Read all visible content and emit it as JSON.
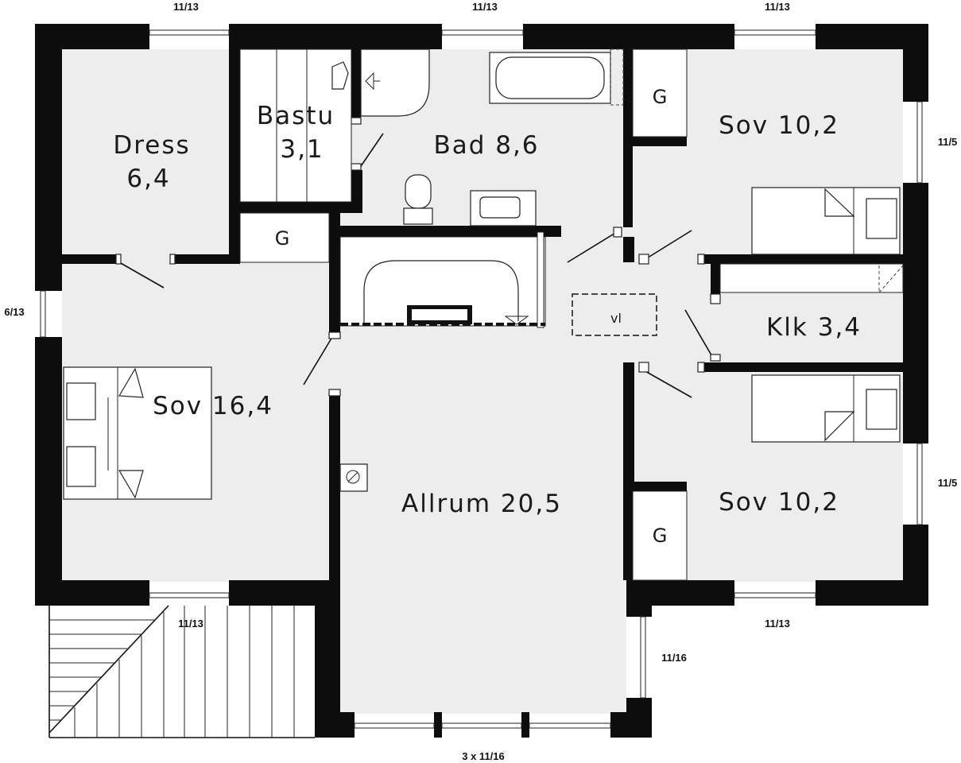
{
  "rooms": {
    "dress": {
      "name": "Dress",
      "area": "6,4"
    },
    "bastu": {
      "name": "Bastu",
      "area": "3,1"
    },
    "bad": {
      "label": "Bad 8,6"
    },
    "sov_top_right": {
      "label": "Sov 10,2"
    },
    "sov_main": {
      "label": "Sov 16,4"
    },
    "klk": {
      "label": "Klk 3,4"
    },
    "sov_bottom_right": {
      "label": "Sov 10,2"
    },
    "allrum": {
      "label": "Allrum 20,5"
    }
  },
  "closets": {
    "g_mid": "G",
    "g_top_right": "G",
    "g_bottom_right": "G"
  },
  "fixtures": {
    "vent": "vl"
  },
  "windows": {
    "top_left": "11/13",
    "top_mid": "11/13",
    "top_right": "11/13",
    "right_upper": "11/5",
    "right_lower": "11/5",
    "left": "6/13",
    "bottom_left": "11/13",
    "bottom_right": "11/13",
    "bay_side": "11/16",
    "bottom_center": "3 x 11/16"
  }
}
